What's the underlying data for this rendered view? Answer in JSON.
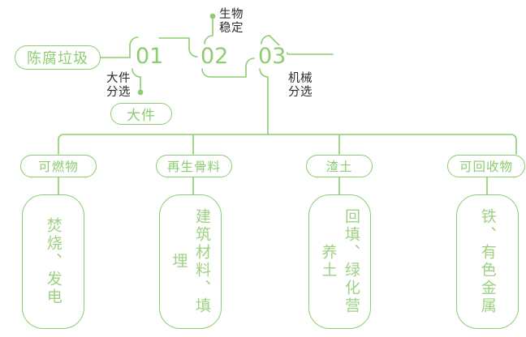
{
  "diagram": {
    "title_nodes": {
      "source": {
        "label": "陈腐垃圾"
      },
      "bulky_output": {
        "label": "大件"
      }
    },
    "stages": [
      {
        "id": "stage-01",
        "number": "01",
        "annotation": "大件\n分选",
        "annotation_line1": "大件",
        "annotation_line2": "分选"
      },
      {
        "id": "stage-02",
        "number": "02",
        "annotation": "生物\n稳定",
        "annotation_line1": "生物",
        "annotation_line2": "稳定"
      },
      {
        "id": "stage-03",
        "number": "03",
        "annotation": "机械\n分选",
        "annotation_line1": "机械",
        "annotation_line2": "分选"
      }
    ],
    "outputs": [
      {
        "id": "out-1",
        "pill": "可燃物",
        "detail": "焚烧、发电"
      },
      {
        "id": "out-2",
        "pill": "再生骨料",
        "detail": "建筑材料、填埋"
      },
      {
        "id": "out-3",
        "pill": "渣土",
        "detail": "回填、绿化营养土"
      },
      {
        "id": "out-4",
        "pill": "可回收物",
        "detail": "铁、有色金属"
      }
    ],
    "colors": {
      "line": "#8ccd72",
      "pill_text": "#8ccd72",
      "box_text": "#9ed183",
      "annotation_text": "#2b2b2b",
      "background": "#ffffff"
    }
  }
}
